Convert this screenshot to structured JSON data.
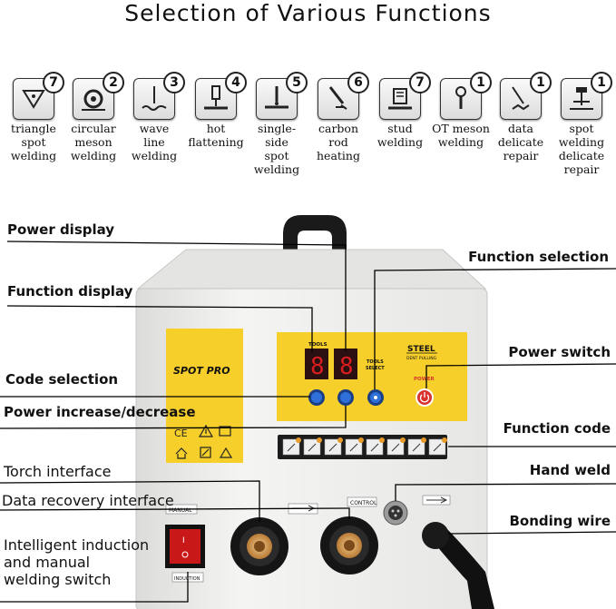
{
  "title": "Selection of Various Functions",
  "functions": [
    {
      "label": "triangle\nspot\nwelding",
      "count": "7",
      "icon": "triangle-spot-icon"
    },
    {
      "label": "circular\nmeson\nwelding",
      "count": "2",
      "icon": "circular-meson-icon"
    },
    {
      "label": "wave\nline\nwelding",
      "count": "3",
      "icon": "wave-line-icon"
    },
    {
      "label": "hot\nflattening",
      "count": "4",
      "icon": "hot-flattening-icon"
    },
    {
      "label": "single-side\nspot\nwelding",
      "count": "5",
      "icon": "single-side-spot-icon"
    },
    {
      "label": "carbon\nrod\nheating",
      "count": "6",
      "icon": "carbon-rod-icon"
    },
    {
      "label": "stud\nwelding",
      "count": "7",
      "icon": "stud-welding-icon"
    },
    {
      "label": "OT meson\nwelding",
      "count": "1",
      "icon": "ot-meson-icon"
    },
    {
      "label": "data\ndelicate\nrepair",
      "count": "1",
      "icon": "data-repair-icon"
    },
    {
      "label": "spot\nwelding\ndelicate\nrepair",
      "count": "1",
      "icon": "spot-repair-icon"
    }
  ],
  "callouts": {
    "power_display": "Power display",
    "function_display": "Function display",
    "code_selection": "Code selection",
    "power_increase": "Power increase/decrease",
    "torch_interface": "Torch interface",
    "data_recovery": "Data recovery interface",
    "induction_switch": "Intelligent induction\nand manual\nwelding switch",
    "function_selection": "Function selection",
    "power_switch": "Power switch",
    "function_code": "Function code",
    "hand_weld": "Hand weld",
    "bonding_wire": "Bonding wire"
  },
  "panel": {
    "brand": "SPOT PRO",
    "tools": "TOOLS",
    "tools_select": "TOOLS\nSELECT",
    "steel": "STEEL",
    "dent_pulling": "DENT PULLING",
    "power": "POWER",
    "manual": "MANUAL",
    "induction": "INDUCTION",
    "control": "CONTROL"
  },
  "colors": {
    "panel_yellow": "#f6cf2a",
    "display_red": "#d81e1e",
    "knob_blue": "#2e6fd8",
    "power_red": "#d8322e",
    "body": "#f1f1ef"
  }
}
